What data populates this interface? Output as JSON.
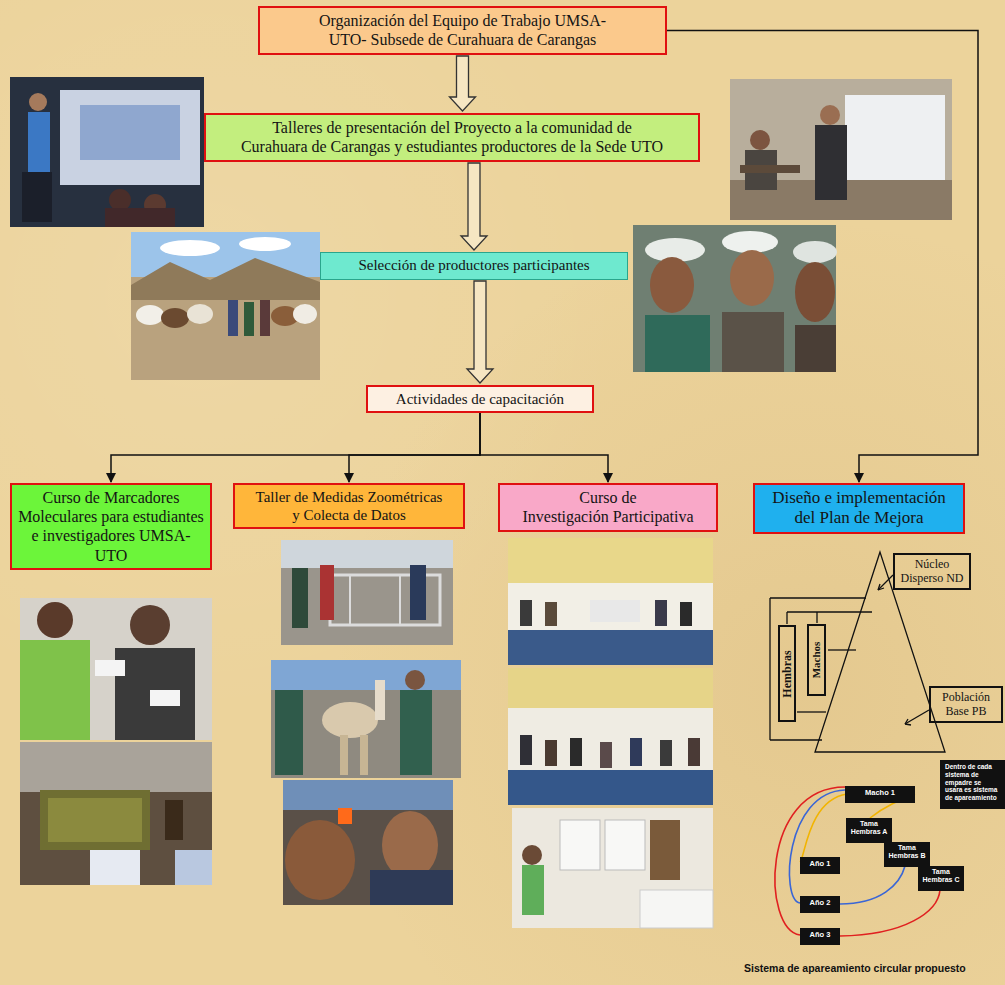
{
  "diagram": {
    "caption": "Sistema de apareamiento circular propuesto",
    "nodes": [
      {
        "text": [
          "Organización del Equipo de Trabajo UMSA-UTO- Subsede de Curahuara de Carangas"
        ]
      },
      {
        "text": [
          "Talleres de presentación del Proyecto a la comunidad de Curahuara de Carangas y estudiantes productores de la Sede UTO"
        ]
      },
      {
        "text": [
          "Selección de productores participantes"
        ]
      },
      {
        "text": [
          "Actividades de capacitación"
        ]
      },
      {
        "text": [
          "Curso de Marcadores Moleculares para estudiantes e investigadores UMSA-UTO"
        ]
      },
      {
        "text": [
          "Taller de Medidas Zoométricas y Colecta de Datos"
        ]
      },
      {
        "text": [
          "Curso de Investigación Participativa"
        ]
      },
      {
        "text": [
          "Diseño e implementación del Plan de Mejora"
        ]
      },
      {
        "text": [
          "Núcleo Disperso ND"
        ]
      },
      {
        "text": [
          "Hembras"
        ]
      },
      {
        "text": [
          "Machos"
        ]
      },
      {
        "text": [
          "Población Base PB"
        ]
      },
      {
        "text": [
          "Dentro de cada sistema de empadre se usara es sistema de apareamiento"
        ]
      },
      {
        "text": [
          "Macho 1"
        ]
      },
      {
        "text": [
          "Tama Hembras A"
        ]
      },
      {
        "text": [
          "Tama Hembras B"
        ]
      },
      {
        "text": [
          "Año 1"
        ]
      },
      {
        "text": [
          "Tama Hembras C"
        ]
      },
      {
        "text": [
          "Año 2"
        ]
      },
      {
        "text": [
          "Año 3"
        ]
      }
    ],
    "edges": [
      {
        "from": 0,
        "to": 1,
        "arrow": "to"
      },
      {
        "from": 1,
        "to": 2,
        "arrow": "to"
      },
      {
        "from": 2,
        "to": 3,
        "arrow": "to"
      },
      {
        "from": 3,
        "to": 4,
        "arrow": "to"
      },
      {
        "from": 3,
        "to": 5,
        "arrow": "to"
      },
      {
        "from": 3,
        "to": 6,
        "arrow": "to"
      },
      {
        "from": 0,
        "to": 7,
        "arrow": "to"
      }
    ]
  }
}
